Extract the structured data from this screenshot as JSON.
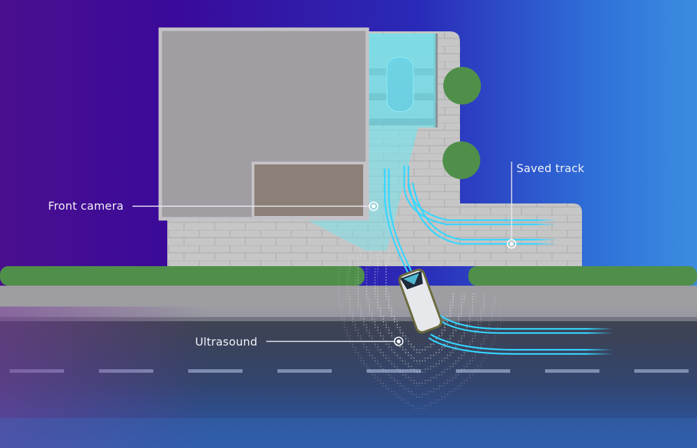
{
  "diagram": {
    "labels": {
      "front_camera": "Front camera",
      "saved_track": "Saved track",
      "ultrasound": "Ultrasound"
    },
    "colors": {
      "sensor_cyan": "#35d6ff",
      "grass": "#4f8f4a",
      "paving": "#c9c9c9",
      "house_roof": "#9e9a9f",
      "garage_roof": "#8c7f77",
      "road": "#3f434c",
      "lane_marking": "#c9ccd4",
      "bg_left": "#4a0f8f",
      "bg_right": "#3b8de0"
    },
    "elements": [
      "house",
      "garage",
      "driveway",
      "trees",
      "sidewalk",
      "road",
      "car",
      "ultrasound-waves",
      "camera-cone",
      "saved-tracks"
    ]
  }
}
